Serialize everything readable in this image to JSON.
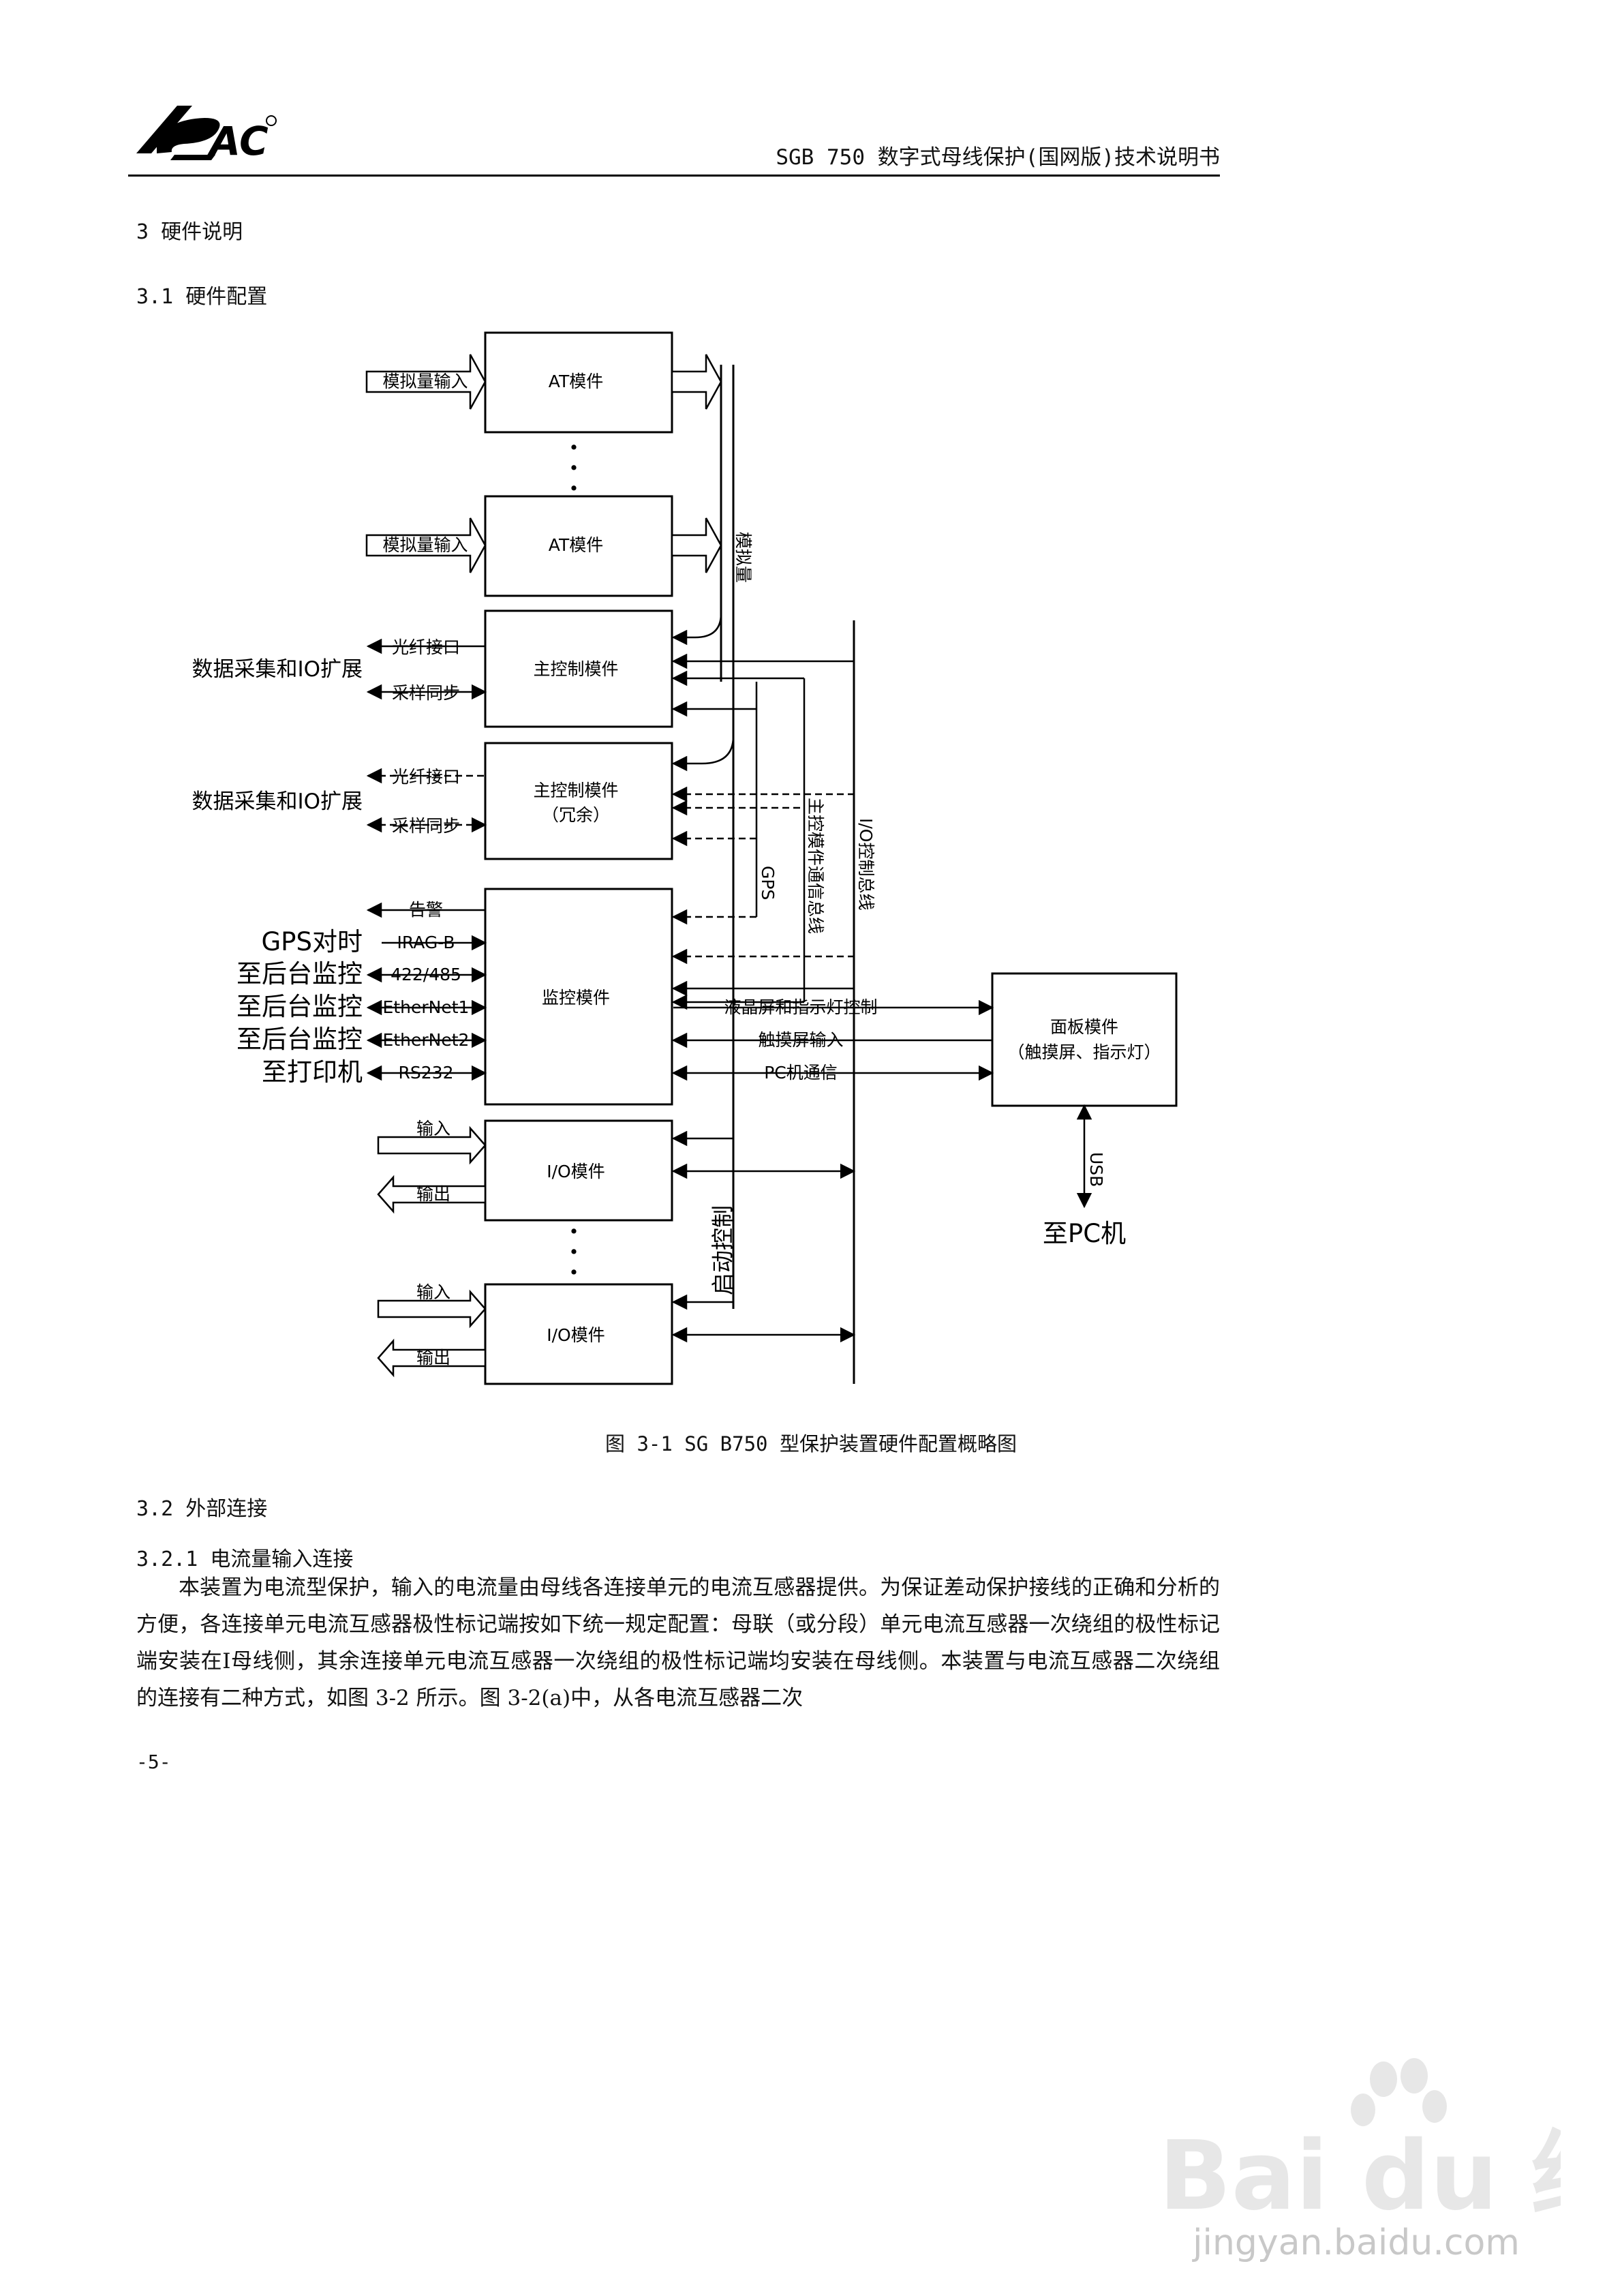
{
  "header": {
    "logo_text": "SAC",
    "title": "SGB 750 数字式母线保护(国网版)技术说明书"
  },
  "sections": {
    "s3": "3 硬件说明",
    "s31": "3.1 硬件配置",
    "s32": "3.2 外部连接",
    "s321": "3.2.1 电流量输入连接"
  },
  "diagram": {
    "at_module": "AT模件",
    "analog_input": "模拟量输入",
    "analog_bus": "模拟量",
    "main_ctrl": "主控制模件",
    "main_ctrl_redundant_1": "主控制模件",
    "main_ctrl_redundant_2": "（冗余）",
    "optical_port": "光纤接口",
    "sample_sync": "采样同步",
    "data_io_ext": "数据采集和IO扩展",
    "alarm": "告警",
    "irig": "IRAG-B",
    "rs485": "422/485",
    "eth1": "EtherNet1",
    "eth2": "EtherNet2",
    "rs232": "RS232",
    "gps_time": "GPS对时",
    "to_backend": "至后台监控",
    "to_printer": "至打印机",
    "monitor": "监控模件",
    "gps": "GPS",
    "main_comm_bus": "主控模件通信总线",
    "io_ctrl_bus": "I/O控制总线",
    "lcd_ctrl": "液晶屏和指示灯控制",
    "touch_input": "触摸屏输入",
    "pc_comm": "PC机通信",
    "panel_1": "面板模件",
    "panel_2": "（触摸屏、指示灯）",
    "usb": "USB",
    "to_pc": "至PC机",
    "io_module": "I/O模件",
    "input": "输入",
    "output": "输出",
    "start_ctrl": "启动控制",
    "dots": "•"
  },
  "caption": "图 3-1 SG B750 型保护装置硬件配置概略图",
  "paragraph": "本装置为电流型保护，输入的电流量由母线各连接单元的电流互感器提供。为保证差动保护接线的正确和分析的方便，各连接单元电流互感器极性标记端按如下统一规定配置：母联（或分段）单元电流互感器一次绕组的极性标记端安装在Ⅰ母线侧，其余连接单元电流互感器一次绕组的极性标记端均安装在母线侧。本装置与电流互感器二次绕组的连接有二种方式，如图 3-2 所示。图 3-2(a)中，从各电流互感器二次",
  "page_number": "-5-",
  "watermark": {
    "brand": "Bai du 经验",
    "url": "jingyan.baidu.com"
  }
}
